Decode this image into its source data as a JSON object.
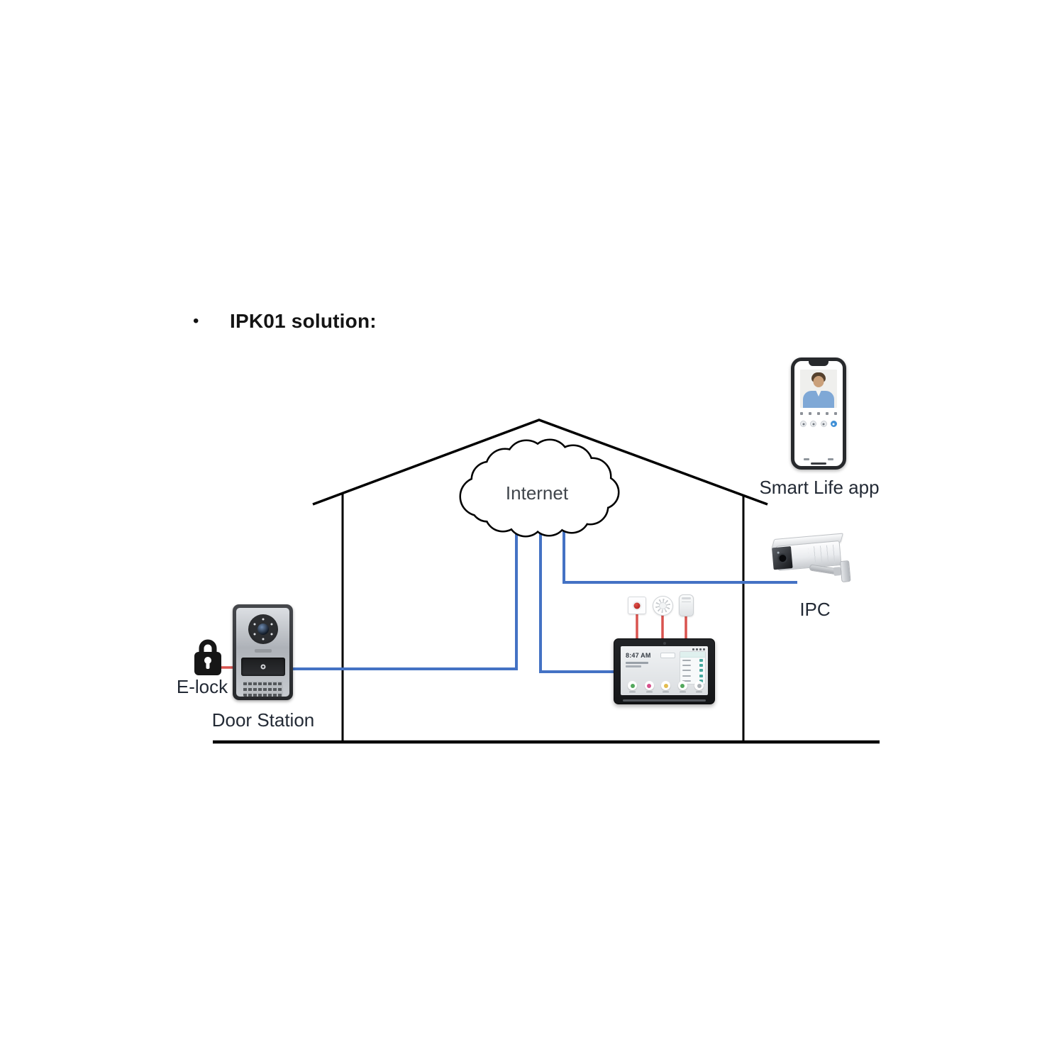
{
  "title": {
    "bullet": "•",
    "text": "IPK01 solution:"
  },
  "diagram": {
    "internet_label": "Internet",
    "colors": {
      "internet_line": "#4472c4",
      "alarm_line": "#d9534f",
      "outline": "#000000",
      "label_text": "#232a35"
    },
    "devices": {
      "smart_life_app": {
        "label": "Smart Life app"
      },
      "ipc": {
        "label": "IPC"
      },
      "door_station": {
        "label": "Door Station"
      },
      "e_lock": {
        "label": "E-lock"
      },
      "indoor_monitor": {
        "time": "8:47 AM"
      }
    }
  }
}
